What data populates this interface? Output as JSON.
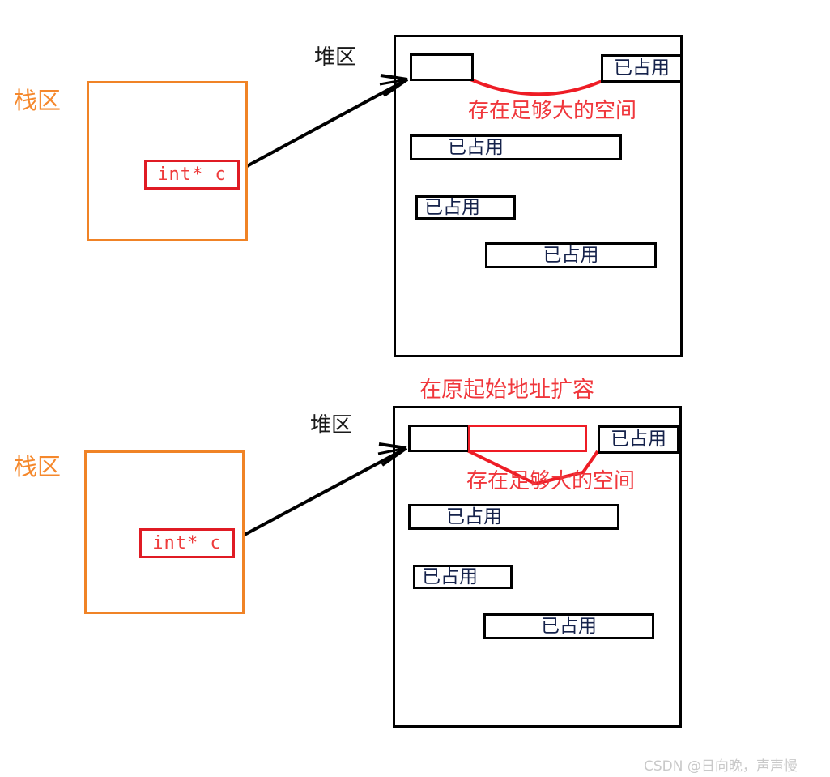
{
  "meta": {
    "watermark": "CSDN @日向晚，声声慢"
  },
  "colors": {
    "stack_border": "#f08326",
    "stack_label": "#f5882c",
    "heap_border": "#000000",
    "block_border": "#000000",
    "pointer_red": "#e01b24",
    "annotation_red": "#f0373c",
    "expand_red": "#ee1c25",
    "curve_red": "#ee1c25",
    "arrow_black": "#000000",
    "watermark_gray": "#c9c9c9",
    "background": "#ffffff"
  },
  "labels": {
    "stack_area": "栈区",
    "heap_area": "堆区",
    "pointer_var": "int* c",
    "occupied": "已占用",
    "enough_space": "存在足够大的空间",
    "expand_in_place": "在原起始地址扩容"
  },
  "diagrams": [
    {
      "id": "before",
      "title": "",
      "stack": {
        "label": "栈区",
        "variable": "int* c"
      },
      "heap": {
        "label": "堆区",
        "blocks": [
          {
            "name": "target-free-block",
            "text": "",
            "state": "free"
          },
          {
            "name": "occupied-block-right",
            "text": "已占用",
            "state": "occupied"
          },
          {
            "name": "occupied-block-1",
            "text": "已占用",
            "state": "occupied"
          },
          {
            "name": "occupied-block-2",
            "text": "已占用",
            "state": "occupied"
          },
          {
            "name": "occupied-block-3",
            "text": "已占用",
            "state": "occupied"
          }
        ],
        "annotation": "存在足够大的空间"
      }
    },
    {
      "id": "after",
      "title": "在原起始地址扩容",
      "stack": {
        "label": "栈区",
        "variable": "int* c"
      },
      "heap": {
        "label": "堆区",
        "blocks": [
          {
            "name": "original-block",
            "text": "",
            "state": "free"
          },
          {
            "name": "expanded-block",
            "text": "",
            "state": "expanded"
          },
          {
            "name": "occupied-block-right",
            "text": "已占用",
            "state": "occupied"
          },
          {
            "name": "occupied-block-1",
            "text": "已占用",
            "state": "occupied"
          },
          {
            "name": "occupied-block-2",
            "text": "已占用",
            "state": "occupied"
          },
          {
            "name": "occupied-block-3",
            "text": "已占用",
            "state": "occupied"
          }
        ],
        "annotation": "存在足够大的空间"
      }
    }
  ]
}
